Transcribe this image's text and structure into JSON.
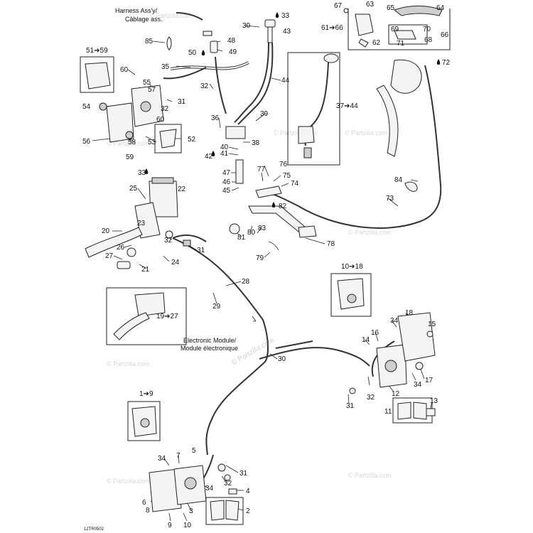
{
  "watermark": {
    "brand": "© Partzilla.com",
    "center_text": "© Partzilla.com"
  },
  "captions": {
    "harness_en": "Harness Ass'y/",
    "harness_fr": "Câblage ass.",
    "module_en": "Electronic Module/",
    "module_fr": "Module électronique",
    "diagram_code": "12TR0502"
  },
  "callouts": {
    "range_51_59": "51➔59",
    "range_37_44": "37➔44",
    "range_61_66": "61➔66",
    "range_10_18": "10➔18",
    "range_19_27": "19➔27",
    "range_1_9": "1➔9"
  },
  "labels": [
    {
      "id": "p-67",
      "text": "67"
    },
    {
      "id": "p-63",
      "text": "63"
    },
    {
      "id": "p-65",
      "text": "65"
    },
    {
      "id": "p-64",
      "text": "64"
    },
    {
      "id": "p-61-66",
      "text": "61➔66"
    },
    {
      "id": "p-69",
      "text": "69"
    },
    {
      "id": "p-70",
      "text": "70"
    },
    {
      "id": "p-66",
      "text": "66"
    },
    {
      "id": "p-68",
      "text": "68"
    },
    {
      "id": "p-71",
      "text": "71"
    },
    {
      "id": "p-62",
      "text": "62"
    },
    {
      "id": "p-72",
      "text": "72"
    },
    {
      "id": "p-33a",
      "text": "33"
    },
    {
      "id": "p-30a",
      "text": "30"
    },
    {
      "id": "p-43",
      "text": "43"
    },
    {
      "id": "p-48",
      "text": "48"
    },
    {
      "id": "p-50",
      "text": "50"
    },
    {
      "id": "p-49",
      "text": "49"
    },
    {
      "id": "p-85",
      "text": "85"
    },
    {
      "id": "p-51-59",
      "text": "51➔59"
    },
    {
      "id": "p-35",
      "text": "35"
    },
    {
      "id": "p-44",
      "text": "44"
    },
    {
      "id": "p-60a",
      "text": "60"
    },
    {
      "id": "p-55",
      "text": "55"
    },
    {
      "id": "p-57",
      "text": "57"
    },
    {
      "id": "p-32a",
      "text": "32"
    },
    {
      "id": "p-32b",
      "text": "32"
    },
    {
      "id": "p-31a",
      "text": "31"
    },
    {
      "id": "p-37-44",
      "text": "37➔44"
    },
    {
      "id": "p-54",
      "text": "54"
    },
    {
      "id": "p-60b",
      "text": "60"
    },
    {
      "id": "p-36",
      "text": "36"
    },
    {
      "id": "p-39",
      "text": "39"
    },
    {
      "id": "p-53",
      "text": "53"
    },
    {
      "id": "p-52",
      "text": "52"
    },
    {
      "id": "p-56",
      "text": "56"
    },
    {
      "id": "p-58",
      "text": "58"
    },
    {
      "id": "p-59",
      "text": "59"
    },
    {
      "id": "p-40",
      "text": "40"
    },
    {
      "id": "p-41",
      "text": "41"
    },
    {
      "id": "p-42",
      "text": "42"
    },
    {
      "id": "p-38",
      "text": "38"
    },
    {
      "id": "p-84",
      "text": "84"
    },
    {
      "id": "p-33b",
      "text": "33"
    },
    {
      "id": "p-22",
      "text": "22"
    },
    {
      "id": "p-25",
      "text": "25"
    },
    {
      "id": "p-47",
      "text": "47"
    },
    {
      "id": "p-77",
      "text": "77"
    },
    {
      "id": "p-76",
      "text": "76"
    },
    {
      "id": "p-75",
      "text": "75"
    },
    {
      "id": "p-74",
      "text": "74"
    },
    {
      "id": "p-46",
      "text": "46"
    },
    {
      "id": "p-45",
      "text": "45"
    },
    {
      "id": "p-82",
      "text": "82"
    },
    {
      "id": "p-73",
      "text": "73"
    },
    {
      "id": "p-23",
      "text": "23"
    },
    {
      "id": "p-20",
      "text": "20"
    },
    {
      "id": "p-26",
      "text": "26"
    },
    {
      "id": "p-32c",
      "text": "32"
    },
    {
      "id": "p-31b",
      "text": "31"
    },
    {
      "id": "p-27",
      "text": "27"
    },
    {
      "id": "p-24",
      "text": "24"
    },
    {
      "id": "p-21",
      "text": "21"
    },
    {
      "id": "p-83",
      "text": "83"
    },
    {
      "id": "p-81",
      "text": "81"
    },
    {
      "id": "p-80",
      "text": "80"
    },
    {
      "id": "p-78",
      "text": "78"
    },
    {
      "id": "p-79",
      "text": "79"
    },
    {
      "id": "p-10-18",
      "text": "10➔18"
    },
    {
      "id": "p-28",
      "text": "28"
    },
    {
      "id": "p-29",
      "text": "29"
    },
    {
      "id": "p-19-27",
      "text": "19➔27"
    },
    {
      "id": "p-18",
      "text": "18"
    },
    {
      "id": "p-34a",
      "text": "34"
    },
    {
      "id": "p-16",
      "text": "16"
    },
    {
      "id": "p-15",
      "text": "15"
    },
    {
      "id": "p-14",
      "text": "14"
    },
    {
      "id": "p-30b",
      "text": "30"
    },
    {
      "id": "p-34b",
      "text": "34"
    },
    {
      "id": "p-17",
      "text": "17"
    },
    {
      "id": "p-12",
      "text": "12"
    },
    {
      "id": "p-32d",
      "text": "32"
    },
    {
      "id": "p-31c",
      "text": "31"
    },
    {
      "id": "p-11",
      "text": "11"
    },
    {
      "id": "p-13",
      "text": "13"
    },
    {
      "id": "p-1-9",
      "text": "1➔9"
    },
    {
      "id": "p-34c",
      "text": "34"
    },
    {
      "id": "p-7",
      "text": "7"
    },
    {
      "id": "p-5",
      "text": "5"
    },
    {
      "id": "p-31d",
      "text": "31"
    },
    {
      "id": "p-32e",
      "text": "32"
    },
    {
      "id": "p-34d",
      "text": "34"
    },
    {
      "id": "p-4",
      "text": "4"
    },
    {
      "id": "p-6",
      "text": "6"
    },
    {
      "id": "p-8",
      "text": "8"
    },
    {
      "id": "p-3",
      "text": "3"
    },
    {
      "id": "p-2",
      "text": "2"
    },
    {
      "id": "p-9",
      "text": "9"
    },
    {
      "id": "p-10",
      "text": "10"
    }
  ]
}
